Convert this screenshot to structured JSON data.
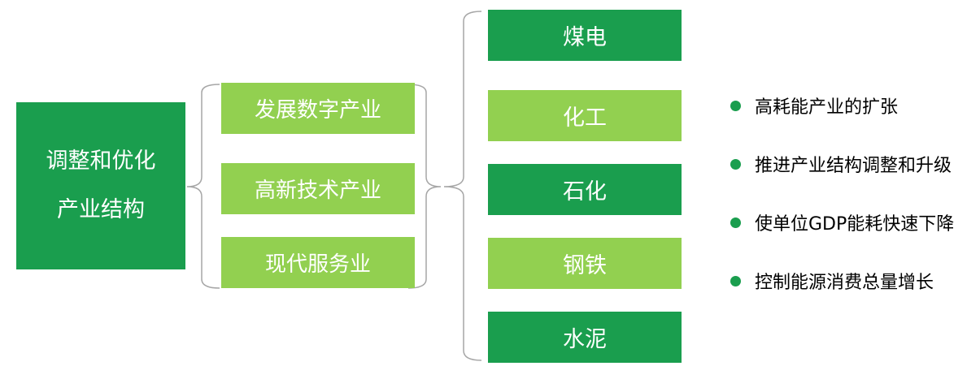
{
  "root": {
    "line1": "调整和优化",
    "line2": "产业结构"
  },
  "middle": [
    {
      "label": "发展数字产业"
    },
    {
      "label": "高新技术产业"
    },
    {
      "label": "现代服务业"
    }
  ],
  "industries": [
    {
      "label": "煤电"
    },
    {
      "label": "化工"
    },
    {
      "label": "石化"
    },
    {
      "label": "钢铁"
    },
    {
      "label": "水泥"
    }
  ],
  "bullets": [
    {
      "text": "高耗能产业的扩张"
    },
    {
      "text": "推进产业结构调整和升级"
    },
    {
      "text": "使单位GDP能耗快速下降"
    },
    {
      "text": "控制能源消费总量增长"
    }
  ],
  "colors": {
    "dark_green": "#1a9e4e",
    "light_green": "#92d050",
    "bracket_gray": "#a6a6a6"
  }
}
